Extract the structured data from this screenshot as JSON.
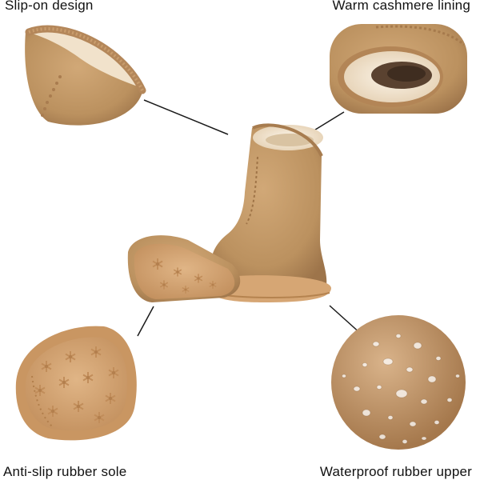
{
  "features": {
    "top_left": "Slip-on design",
    "top_right": "Warm cashmere lining",
    "bottom_left": "Anti-slip rubber sole",
    "bottom_right": "Waterproof rubber upper"
  },
  "colors": {
    "suede": "#c39a6c",
    "suede_dark": "#a77c4f",
    "sole": "#d7a878",
    "fleece": "#f3e6d2",
    "background": "#ffffff",
    "leader_line": "#1a1a1a"
  }
}
